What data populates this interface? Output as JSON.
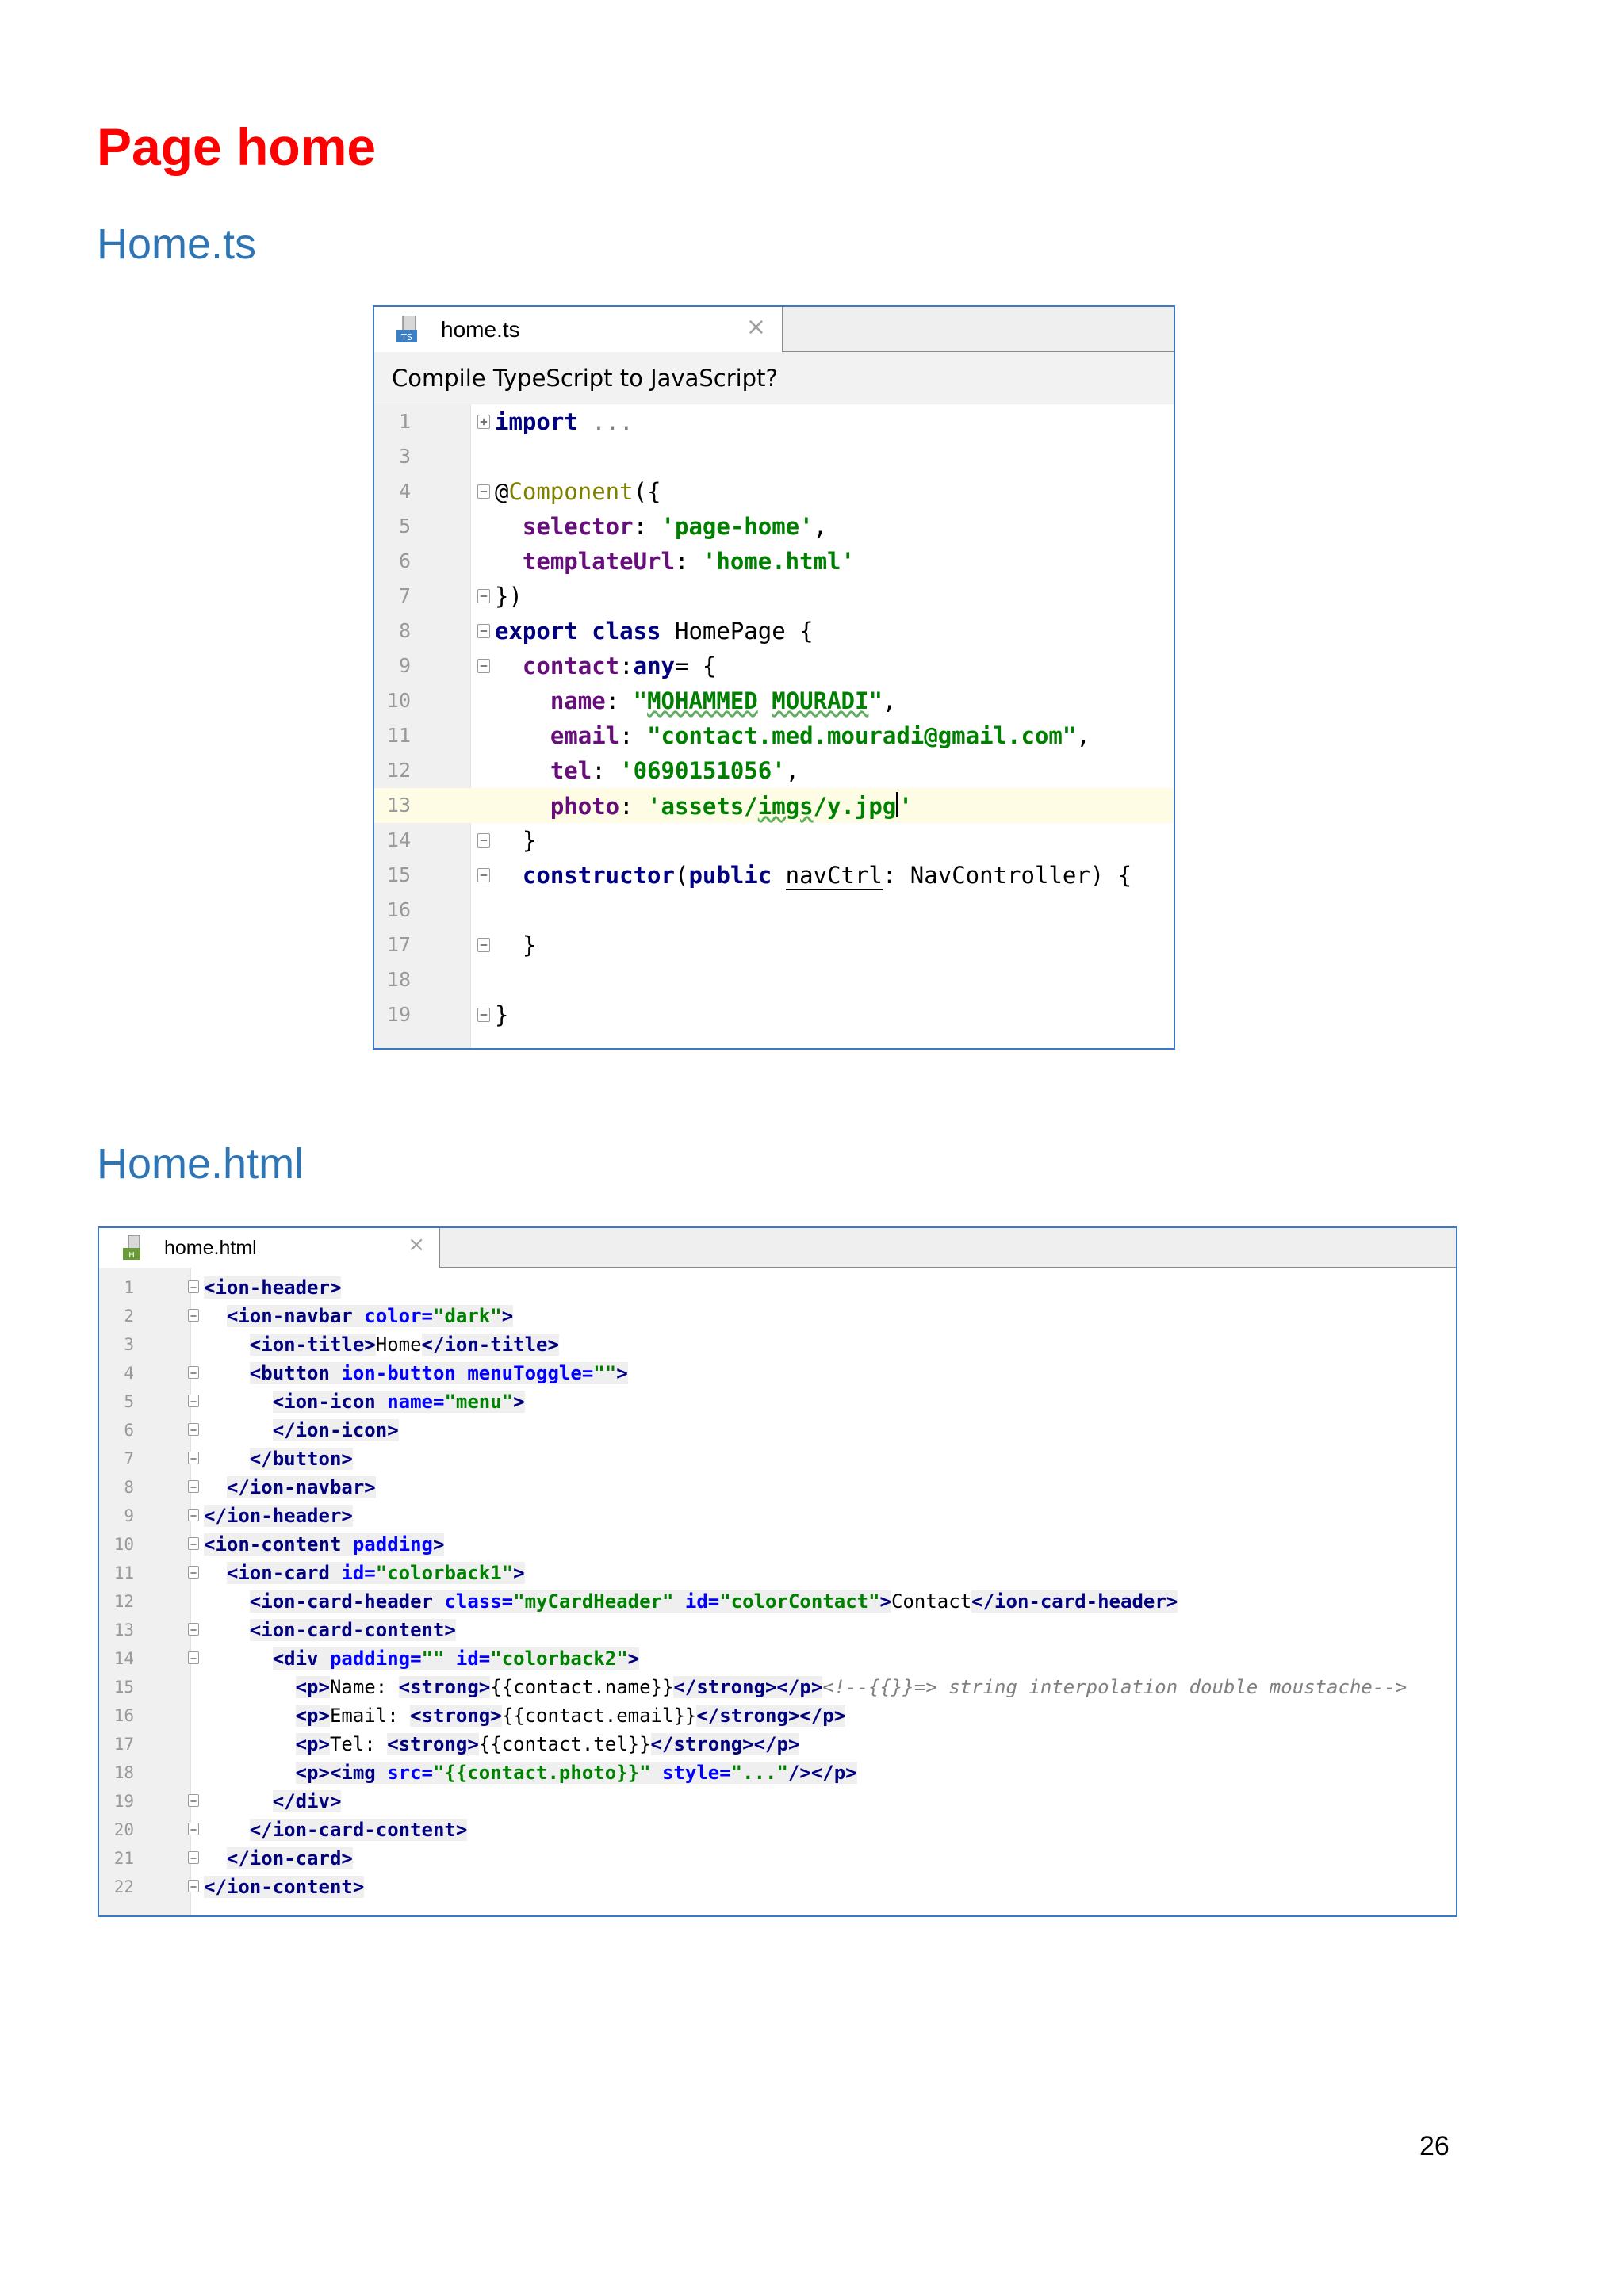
{
  "headings": {
    "page_title": "Page home",
    "ts_title": "Home.ts",
    "html_title": "Home.html"
  },
  "ts_editor": {
    "tab_label": "home.ts",
    "tab_icon": "typescript-file-icon",
    "tab_icon_text": "TS",
    "close_symbol": "×",
    "banner_text": "Compile TypeScript to JavaScript?",
    "highlight_line": 13,
    "lines": [
      {
        "n": "1",
        "fold": "plus",
        "tokens": [
          {
            "t": "import",
            "c": "kw"
          },
          {
            "t": " ...",
            "c": "dim"
          }
        ]
      },
      {
        "n": "3",
        "fold": "",
        "tokens": []
      },
      {
        "n": "4",
        "fold": "minus",
        "tokens": [
          {
            "t": "@",
            "c": "txt"
          },
          {
            "t": "Component",
            "c": "ann"
          },
          {
            "t": "({",
            "c": "txt"
          }
        ]
      },
      {
        "n": "5",
        "fold": "",
        "tokens": [
          {
            "t": "  selector",
            "c": "fld"
          },
          {
            "t": ": ",
            "c": "txt"
          },
          {
            "t": "'page-home'",
            "c": "str"
          },
          {
            "t": ",",
            "c": "txt"
          }
        ]
      },
      {
        "n": "6",
        "fold": "",
        "tokens": [
          {
            "t": "  templateUrl",
            "c": "fld"
          },
          {
            "t": ": ",
            "c": "txt"
          },
          {
            "t": "'home.html'",
            "c": "str"
          }
        ]
      },
      {
        "n": "7",
        "fold": "minus",
        "tokens": [
          {
            "t": "})",
            "c": "txt"
          }
        ]
      },
      {
        "n": "8",
        "fold": "minus",
        "tokens": [
          {
            "t": "export class ",
            "c": "kw"
          },
          {
            "t": "HomePage {",
            "c": "txt"
          }
        ]
      },
      {
        "n": "9",
        "fold": "minus",
        "tokens": [
          {
            "t": "  contact",
            "c": "fld"
          },
          {
            "t": ":",
            "c": "txt"
          },
          {
            "t": "any",
            "c": "kw"
          },
          {
            "t": "= {",
            "c": "txt"
          }
        ]
      },
      {
        "n": "10",
        "fold": "",
        "tokens": [
          {
            "t": "    name",
            "c": "fld"
          },
          {
            "t": ": ",
            "c": "txt"
          },
          {
            "t": "\"",
            "c": "str"
          },
          {
            "t": "MOHAMMED",
            "c": "str wavy"
          },
          {
            "t": " ",
            "c": "str"
          },
          {
            "t": "MOURADI",
            "c": "str wavy"
          },
          {
            "t": "\"",
            "c": "str"
          },
          {
            "t": ",",
            "c": "txt"
          }
        ]
      },
      {
        "n": "11",
        "fold": "",
        "tokens": [
          {
            "t": "    email",
            "c": "fld"
          },
          {
            "t": ": ",
            "c": "txt"
          },
          {
            "t": "\"contact.med.mouradi@gmail.com\"",
            "c": "str"
          },
          {
            "t": ",",
            "c": "txt"
          }
        ]
      },
      {
        "n": "12",
        "fold": "",
        "tokens": [
          {
            "t": "    tel",
            "c": "fld"
          },
          {
            "t": ": ",
            "c": "txt"
          },
          {
            "t": "'0690151056'",
            "c": "str"
          },
          {
            "t": ",",
            "c": "txt"
          }
        ]
      },
      {
        "n": "13",
        "fold": "",
        "tokens": [
          {
            "t": "    photo",
            "c": "fld"
          },
          {
            "t": ": ",
            "c": "txt"
          },
          {
            "t": "'assets/",
            "c": "str"
          },
          {
            "t": "imgs",
            "c": "str wavy"
          },
          {
            "t": "/y.jpg'",
            "c": "str"
          }
        ]
      },
      {
        "n": "14",
        "fold": "minus",
        "tokens": [
          {
            "t": "  }",
            "c": "txt"
          }
        ]
      },
      {
        "n": "15",
        "fold": "minus",
        "tokens": [
          {
            "t": "  constructor",
            "c": "kw"
          },
          {
            "t": "(",
            "c": "txt"
          },
          {
            "t": "public ",
            "c": "kw"
          },
          {
            "t": "navCtrl",
            "c": "txt und"
          },
          {
            "t": ": NavController) {",
            "c": "txt"
          }
        ]
      },
      {
        "n": "16",
        "fold": "",
        "tokens": []
      },
      {
        "n": "17",
        "fold": "minus",
        "tokens": [
          {
            "t": "  }",
            "c": "txt"
          }
        ]
      },
      {
        "n": "18",
        "fold": "",
        "tokens": []
      },
      {
        "n": "19",
        "fold": "minus",
        "tokens": [
          {
            "t": "}",
            "c": "txt"
          }
        ]
      }
    ]
  },
  "html_editor": {
    "tab_label": "home.html",
    "tab_icon": "html-file-icon",
    "tab_icon_text": "H",
    "close_symbol": "×",
    "lines": [
      {
        "n": "1",
        "fold": "minus",
        "tokens": [
          {
            "t": "<ion-header>",
            "c": "tg tagbg"
          }
        ]
      },
      {
        "n": "2",
        "fold": "minus",
        "tokens": [
          {
            "t": "  ",
            "c": "txt"
          },
          {
            "t": "<ion-navbar ",
            "c": "tg tagbg"
          },
          {
            "t": "color=",
            "c": "at tagbg"
          },
          {
            "t": "\"dark\"",
            "c": "av tagbg"
          },
          {
            "t": ">",
            "c": "tg tagbg"
          }
        ]
      },
      {
        "n": "3",
        "fold": "",
        "tokens": [
          {
            "t": "    ",
            "c": "txt"
          },
          {
            "t": "<ion-title>",
            "c": "tg tagbg"
          },
          {
            "t": "Home",
            "c": "txt"
          },
          {
            "t": "</ion-title>",
            "c": "tg tagbg"
          }
        ]
      },
      {
        "n": "4",
        "fold": "minus",
        "tokens": [
          {
            "t": "    ",
            "c": "txt"
          },
          {
            "t": "<button ",
            "c": "tg tagbg"
          },
          {
            "t": "ion-button menuToggle=",
            "c": "at tagbg"
          },
          {
            "t": "\"\"",
            "c": "av tagbg"
          },
          {
            "t": ">",
            "c": "tg tagbg"
          }
        ]
      },
      {
        "n": "5",
        "fold": "minus",
        "tokens": [
          {
            "t": "      ",
            "c": "txt"
          },
          {
            "t": "<ion-icon ",
            "c": "tg tagbg"
          },
          {
            "t": "name=",
            "c": "at tagbg"
          },
          {
            "t": "\"menu\"",
            "c": "av tagbg"
          },
          {
            "t": ">",
            "c": "tg tagbg"
          }
        ]
      },
      {
        "n": "6",
        "fold": "minus",
        "tokens": [
          {
            "t": "      ",
            "c": "txt"
          },
          {
            "t": "</ion-icon>",
            "c": "tg tagbg"
          }
        ]
      },
      {
        "n": "7",
        "fold": "minus",
        "tokens": [
          {
            "t": "    ",
            "c": "txt"
          },
          {
            "t": "</button>",
            "c": "tg tagbg"
          }
        ]
      },
      {
        "n": "8",
        "fold": "minus",
        "tokens": [
          {
            "t": "  ",
            "c": "txt"
          },
          {
            "t": "</ion-navbar>",
            "c": "tg tagbg"
          }
        ]
      },
      {
        "n": "9",
        "fold": "minus",
        "tokens": [
          {
            "t": "</ion-header>",
            "c": "tg tagbg"
          }
        ]
      },
      {
        "n": "10",
        "fold": "minus",
        "tokens": [
          {
            "t": "<ion-content ",
            "c": "tg tagbg"
          },
          {
            "t": "padding",
            "c": "at tagbg"
          },
          {
            "t": ">",
            "c": "tg tagbg"
          }
        ]
      },
      {
        "n": "11",
        "fold": "minus",
        "tokens": [
          {
            "t": "  ",
            "c": "txt"
          },
          {
            "t": "<ion-card ",
            "c": "tg tagbg"
          },
          {
            "t": "id=",
            "c": "at tagbg"
          },
          {
            "t": "\"colorback1\"",
            "c": "av tagbg"
          },
          {
            "t": ">",
            "c": "tg tagbg"
          }
        ]
      },
      {
        "n": "12",
        "fold": "",
        "tokens": [
          {
            "t": "    ",
            "c": "txt"
          },
          {
            "t": "<ion-card-header ",
            "c": "tg tagbg"
          },
          {
            "t": "class=",
            "c": "at tagbg"
          },
          {
            "t": "\"myCardHeader\" ",
            "c": "av tagbg"
          },
          {
            "t": "id=",
            "c": "at tagbg"
          },
          {
            "t": "\"colorContact\"",
            "c": "av tagbg"
          },
          {
            "t": ">",
            "c": "tg tagbg"
          },
          {
            "t": "Contact",
            "c": "txt"
          },
          {
            "t": "</ion-card-header>",
            "c": "tg tagbg"
          }
        ]
      },
      {
        "n": "13",
        "fold": "minus",
        "tokens": [
          {
            "t": "    ",
            "c": "txt"
          },
          {
            "t": "<ion-card-content>",
            "c": "tg tagbg"
          }
        ]
      },
      {
        "n": "14",
        "fold": "minus",
        "tokens": [
          {
            "t": "      ",
            "c": "txt"
          },
          {
            "t": "<div ",
            "c": "tg tagbg"
          },
          {
            "t": "padding=",
            "c": "at tagbg"
          },
          {
            "t": "\"\" ",
            "c": "av tagbg"
          },
          {
            "t": "id=",
            "c": "at tagbg"
          },
          {
            "t": "\"colorback2\"",
            "c": "av tagbg"
          },
          {
            "t": ">",
            "c": "tg tagbg"
          }
        ]
      },
      {
        "n": "15",
        "fold": "",
        "tokens": [
          {
            "t": "        ",
            "c": "txt"
          },
          {
            "t": "<p>",
            "c": "tg tagbg"
          },
          {
            "t": "Name: ",
            "c": "txt"
          },
          {
            "t": "<strong>",
            "c": "tg tagbg"
          },
          {
            "t": "{{contact.name}}",
            "c": "txt"
          },
          {
            "t": "</strong></p>",
            "c": "tg tagbg"
          },
          {
            "t": "<!--{{}}=> string interpolation double moustache-->",
            "c": "cm"
          }
        ]
      },
      {
        "n": "16",
        "fold": "",
        "tokens": [
          {
            "t": "        ",
            "c": "txt"
          },
          {
            "t": "<p>",
            "c": "tg tagbg"
          },
          {
            "t": "Email: ",
            "c": "txt"
          },
          {
            "t": "<strong>",
            "c": "tg tagbg"
          },
          {
            "t": "{{contact.email}}",
            "c": "txt"
          },
          {
            "t": "</strong></p>",
            "c": "tg tagbg"
          }
        ]
      },
      {
        "n": "17",
        "fold": "",
        "tokens": [
          {
            "t": "        ",
            "c": "txt"
          },
          {
            "t": "<p>",
            "c": "tg tagbg"
          },
          {
            "t": "Tel: ",
            "c": "txt"
          },
          {
            "t": "<strong>",
            "c": "tg tagbg"
          },
          {
            "t": "{{contact.tel}}",
            "c": "txt"
          },
          {
            "t": "</strong></p>",
            "c": "tg tagbg"
          }
        ]
      },
      {
        "n": "18",
        "fold": "",
        "tokens": [
          {
            "t": "        ",
            "c": "txt"
          },
          {
            "t": "<p><img ",
            "c": "tg tagbg"
          },
          {
            "t": "src=",
            "c": "at tagbg"
          },
          {
            "t": "\"{{contact.photo}}\" ",
            "c": "av tagbg"
          },
          {
            "t": "style=",
            "c": "at tagbg"
          },
          {
            "t": "\"...\"",
            "c": "av tagbg"
          },
          {
            "t": "/></p>",
            "c": "tg tagbg"
          }
        ]
      },
      {
        "n": "19",
        "fold": "minus",
        "tokens": [
          {
            "t": "      ",
            "c": "txt"
          },
          {
            "t": "</div>",
            "c": "tg tagbg"
          }
        ]
      },
      {
        "n": "20",
        "fold": "minus",
        "tokens": [
          {
            "t": "    ",
            "c": "txt"
          },
          {
            "t": "</ion-card-content>",
            "c": "tg tagbg"
          }
        ]
      },
      {
        "n": "21",
        "fold": "minus",
        "tokens": [
          {
            "t": "  ",
            "c": "txt"
          },
          {
            "t": "</ion-card>",
            "c": "tg tagbg"
          }
        ]
      },
      {
        "n": "22",
        "fold": "minus",
        "tokens": [
          {
            "t": "</ion-content>",
            "c": "tg tagbg"
          }
        ]
      }
    ]
  },
  "page_number": "26"
}
